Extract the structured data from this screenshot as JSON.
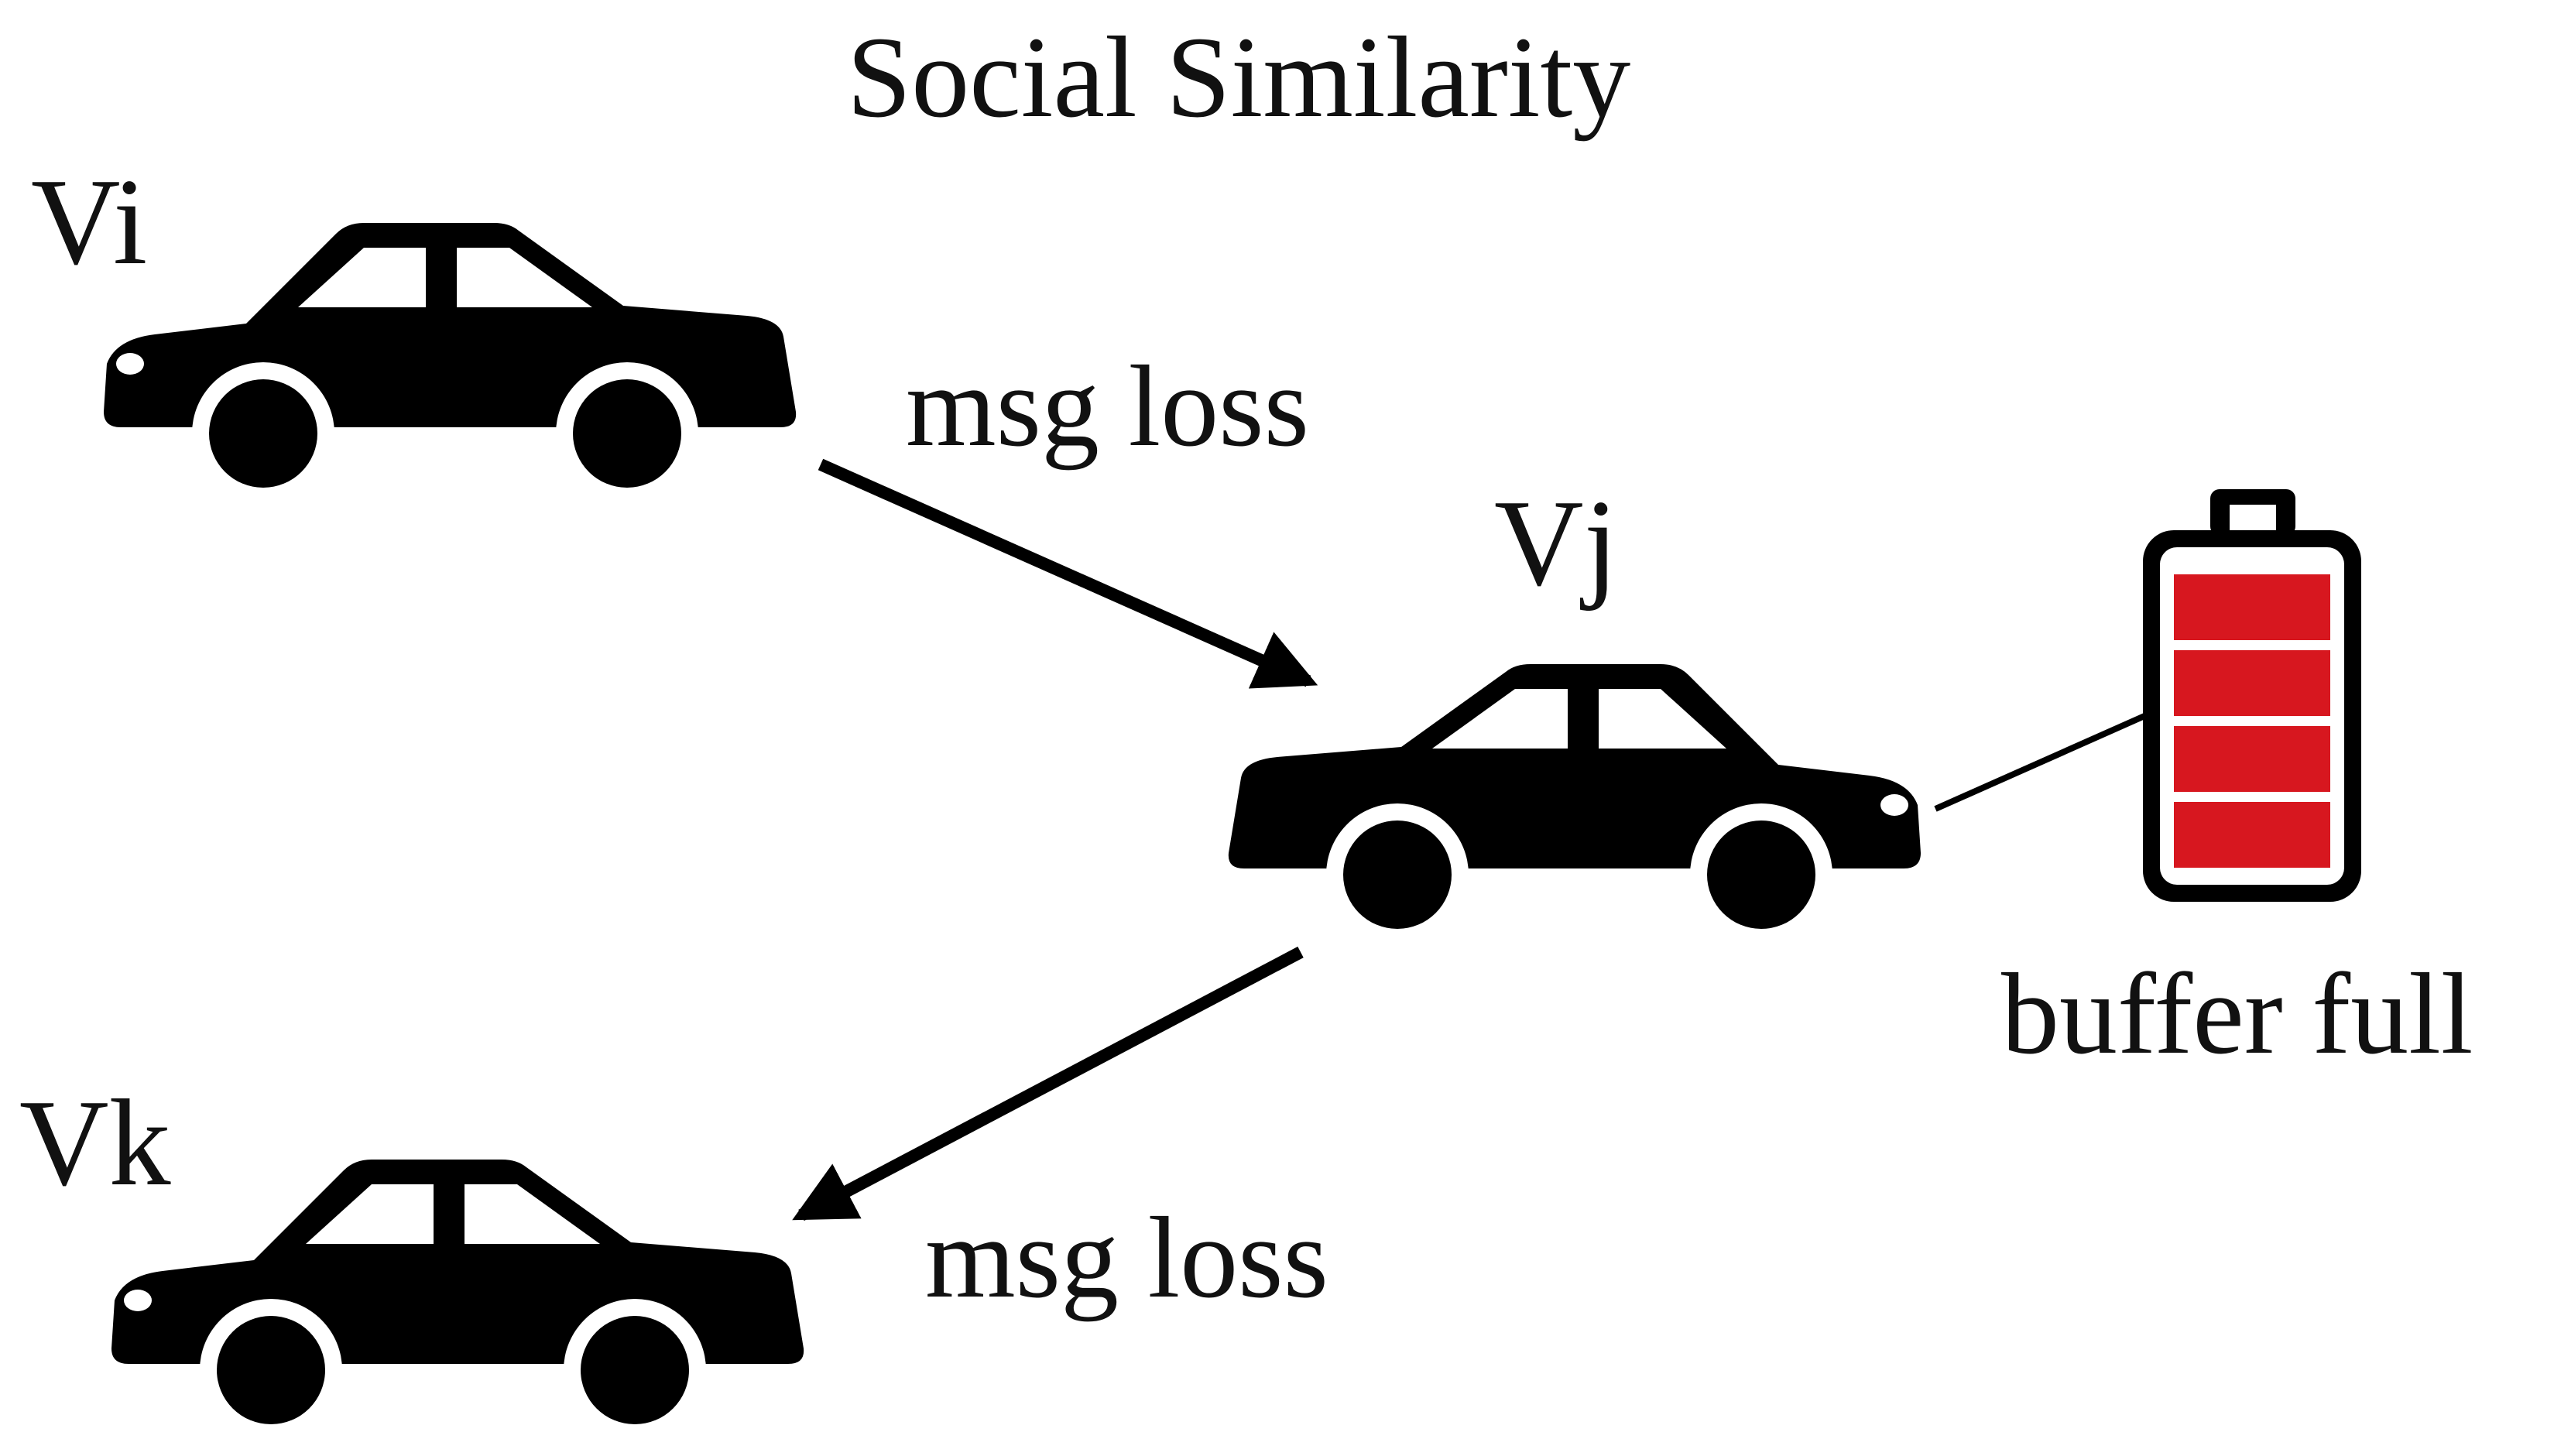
{
  "title": "Social Similarity",
  "vehicles": [
    {
      "id": "Vi",
      "label": "Vi"
    },
    {
      "id": "Vj",
      "label": "Vj"
    },
    {
      "id": "Vk",
      "label": "Vk"
    }
  ],
  "edges": [
    {
      "from": "Vi",
      "to": "Vj",
      "label": "msg loss"
    },
    {
      "from": "Vj",
      "to": "Vk",
      "label": "msg loss"
    }
  ],
  "buffer": {
    "label": "buffer full",
    "fill_color": "#d7171f",
    "level": 1.0
  },
  "icons": {
    "vehicle": "car-icon",
    "buffer": "battery-icon"
  },
  "colors": {
    "ink": "#000000",
    "background": "#ffffff",
    "buffer_fill": "#d7171f"
  }
}
